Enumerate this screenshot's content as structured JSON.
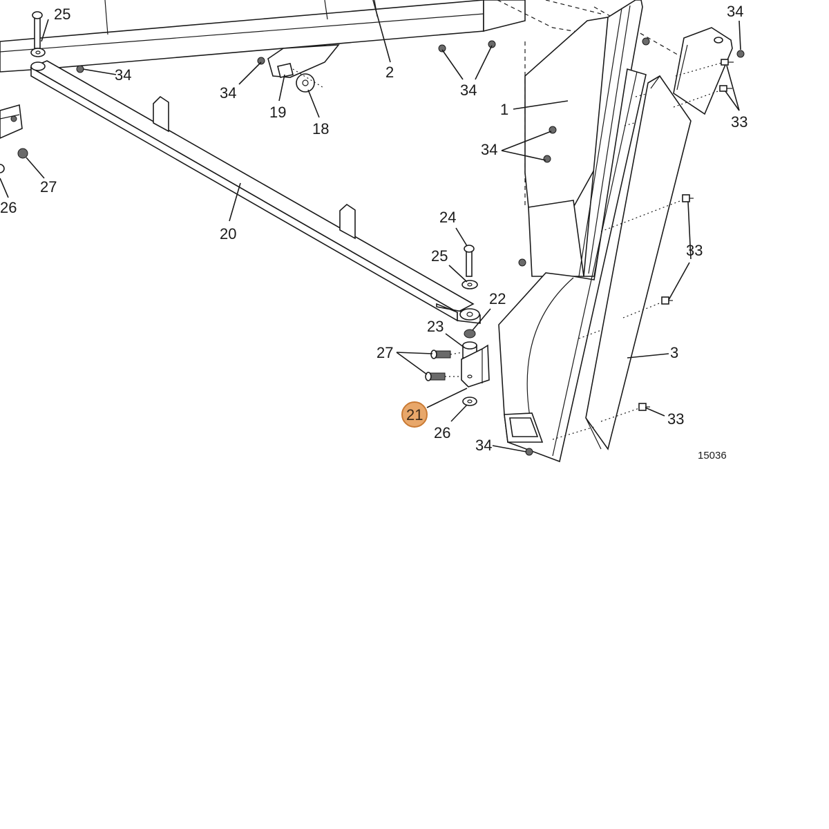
{
  "diagram": {
    "figure_number": "15036",
    "highlighted_callout": "21",
    "highlight_color": "#e8a76a",
    "highlight_stroke": "#c97a34",
    "callouts": [
      {
        "id": "c25-top",
        "text": "25"
      },
      {
        "id": "c2",
        "text": "2"
      },
      {
        "id": "c34-top-right",
        "text": "34"
      },
      {
        "id": "c34-a",
        "text": "34"
      },
      {
        "id": "c34-b",
        "text": "34"
      },
      {
        "id": "c34-c",
        "text": "34"
      },
      {
        "id": "c1",
        "text": "1"
      },
      {
        "id": "c33-top",
        "text": "33"
      },
      {
        "id": "c19",
        "text": "19"
      },
      {
        "id": "c18",
        "text": "18"
      },
      {
        "id": "c34-d",
        "text": "34"
      },
      {
        "id": "c27-left",
        "text": "27"
      },
      {
        "id": "c26-left",
        "text": "26"
      },
      {
        "id": "c20",
        "text": "20"
      },
      {
        "id": "c24",
        "text": "24"
      },
      {
        "id": "c25",
        "text": "25"
      },
      {
        "id": "c33-mid",
        "text": "33"
      },
      {
        "id": "c22",
        "text": "22"
      },
      {
        "id": "c23",
        "text": "23"
      },
      {
        "id": "c27",
        "text": "27"
      },
      {
        "id": "c3",
        "text": "3"
      },
      {
        "id": "c21",
        "text": "21"
      },
      {
        "id": "c26",
        "text": "26"
      },
      {
        "id": "c33-bottom",
        "text": "33"
      },
      {
        "id": "c34-bottom",
        "text": "34"
      }
    ]
  }
}
